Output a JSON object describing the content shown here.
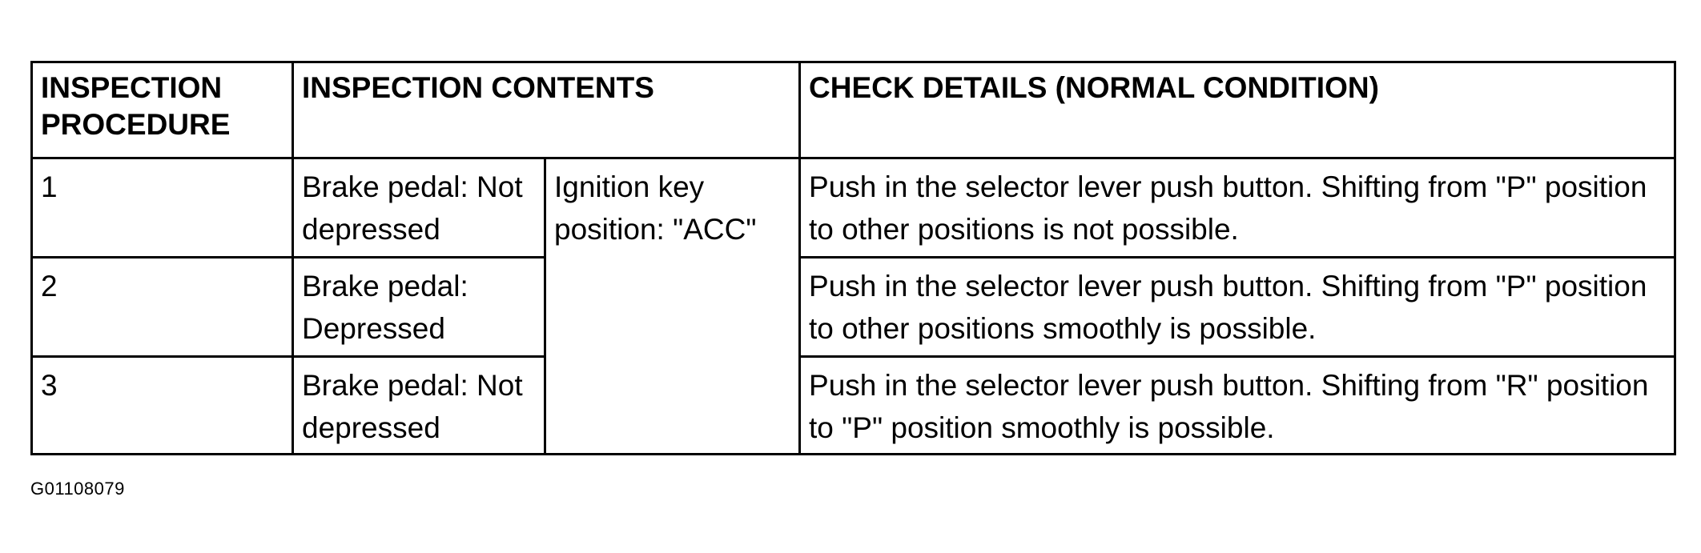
{
  "table": {
    "headers": {
      "procedure": "INSPECTION PROCEDURE",
      "contents": "INSPECTION CONTENTS",
      "check": "CHECK DETAILS (NORMAL CONDITION)"
    },
    "ignition_key": "Ignition key position: \"ACC\"",
    "rows": [
      {
        "procedure": "1",
        "brake": "Brake pedal: Not depressed",
        "check": "Push in the selector lever push button. Shifting from \"P\" position to other positions is not possible."
      },
      {
        "procedure": "2",
        "brake": "Brake pedal: Depressed",
        "check": "Push in the selector lever push button. Shifting from \"P\" position to other positions smoothly is possible."
      },
      {
        "procedure": "3",
        "brake": "Brake pedal: Not depressed",
        "check": "Push in the selector lever push button. Shifting from \"R\" position to \"P\" position smoothly is possible."
      }
    ]
  },
  "figure_id": "G01108079"
}
